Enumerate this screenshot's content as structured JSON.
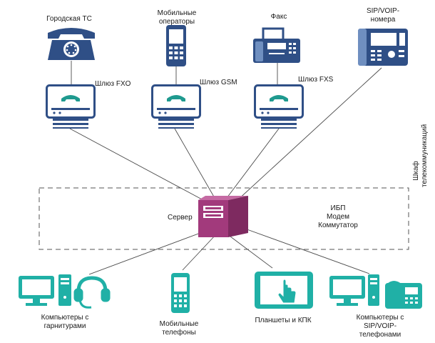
{
  "labels": {
    "city_phone": "Городская ТС",
    "mobile_ops_1": "Мобильные",
    "mobile_ops_2": "операторы",
    "fax": "Факс",
    "sip_1": "SIP/VOIP-",
    "sip_2": "номера",
    "gw_fxo": "Шлюз FXO",
    "gw_gsm": "Шлюз GSM",
    "gw_fxs": "Шлюз FXS",
    "server": "Сервер",
    "ups": "ИБП",
    "modem": "Модем",
    "switch": "Коммутатор",
    "cabinet_1": "Шкаф",
    "cabinet_2": "телекоммуникаций",
    "pc_headset_1": "Компьютеры с",
    "pc_headset_2": "гарнитурами",
    "mobiles_1": "Мобильные",
    "mobiles_2": "телефоны",
    "tablets": "Планшеты и КПК",
    "pc_sip_1": "Компьютеры с",
    "pc_sip_2": "SIP/VOIP-",
    "pc_sip_3": "телефонами"
  },
  "colors": {
    "navy": "#2f4f86",
    "navy_light": "#6f8fc0",
    "teal": "#20b0a6",
    "magenta": "#a23a7c",
    "line": "#444444"
  },
  "icons": [
    "landline-phone-icon",
    "mobile-phone-icon",
    "fax-icon",
    "ip-phone-icon",
    "gateway-icon",
    "server-icon",
    "computer-icon",
    "headset-icon",
    "tablet-icon"
  ]
}
